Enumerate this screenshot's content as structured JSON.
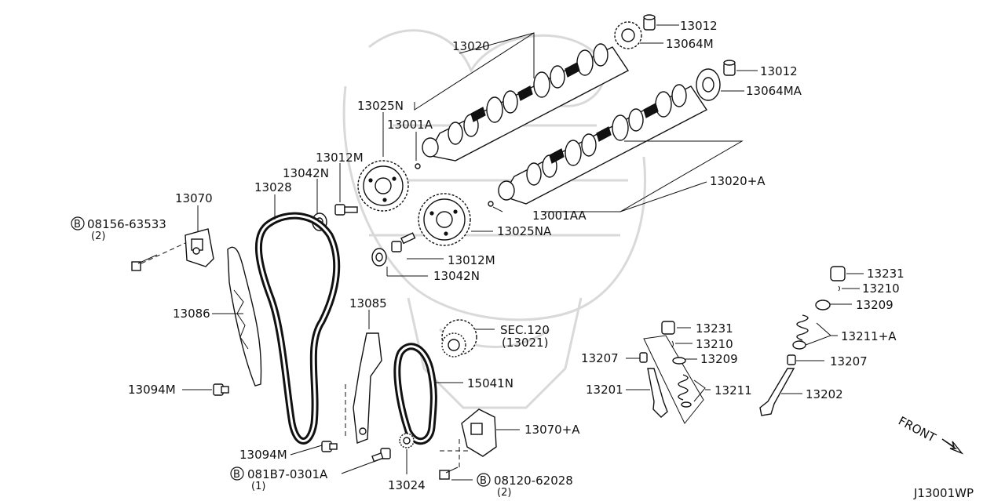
{
  "diagram_code": "J13001WP",
  "direction_label": "FRONT",
  "parts": {
    "p13012_top": "13012",
    "p13064M": "13064M",
    "p13020": "13020",
    "p13012_mid": "13012",
    "p13064MA": "13064MA",
    "p13025N": "13025N",
    "p13001A": "13001A",
    "p13012M_top": "13012M",
    "p13042N_top": "13042N",
    "p13028": "13028",
    "p13070": "13070",
    "p13020A": "13020+A",
    "p13001AA": "13001AA",
    "p13025NA": "13025NA",
    "p13012M_low": "13012M",
    "p13042N_low": "13042N",
    "p13086": "13086",
    "p13085": "13085",
    "sec120": "SEC.120",
    "sec120_ref": "(13021)",
    "p15041N": "15041N",
    "p13094M_left": "13094M",
    "p13094M_low": "13094M",
    "p13070A": "13070+A",
    "p13024": "13024",
    "p13231_a": "13231",
    "p13210_a": "13210",
    "p13209_a": "13209",
    "p13207_a": "13207",
    "p13201": "13201",
    "p13211": "13211",
    "p13231_b": "13231",
    "p13210_b": "13210",
    "p13209_b": "13209",
    "p13211A": "13211+A",
    "p13207_b": "13207",
    "p13202": "13202"
  },
  "bolts": {
    "b1_num": "08156-63533",
    "b1_qty": "(2)",
    "b2_num": "081B7-0301A",
    "b2_qty": "(1)",
    "b3_num": "08120-62028",
    "b3_qty": "(2)",
    "marker": "B"
  }
}
